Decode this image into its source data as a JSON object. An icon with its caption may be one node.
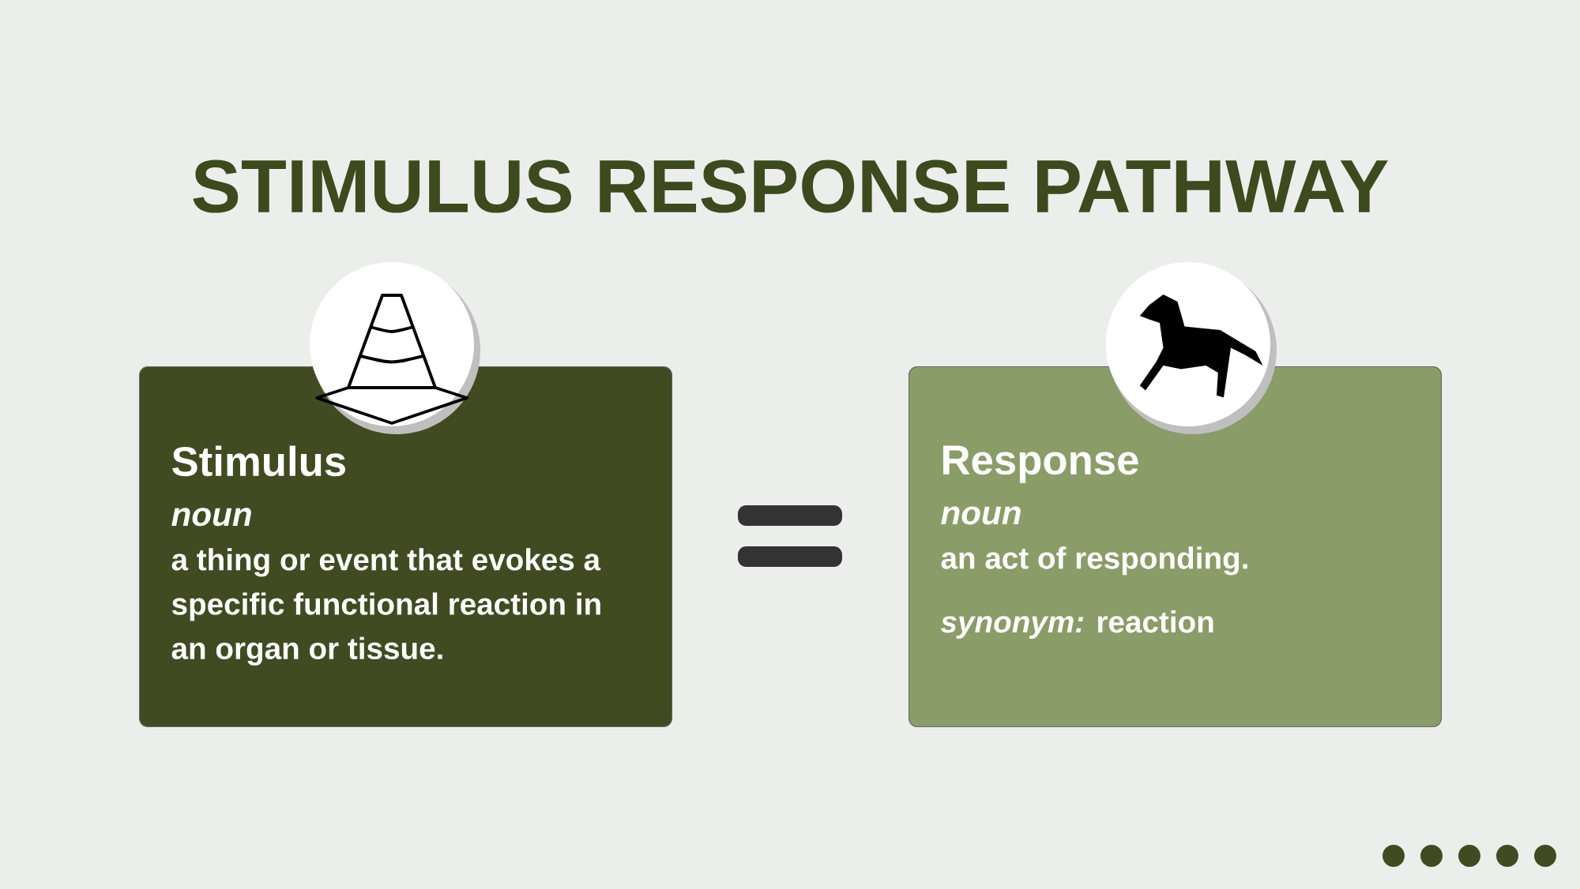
{
  "diagram": {
    "title": "STIMULUS RESPONSE PATHWAY",
    "nodes": [
      {
        "text": [
          "Stimulus",
          "noun",
          "a thing or event that evokes a specific functional reaction in an organ or tissue."
        ]
      },
      {
        "text": [
          "Response",
          "noun",
          "an act of responding.",
          "*synonym:* reaction"
        ]
      }
    ]
  }
}
